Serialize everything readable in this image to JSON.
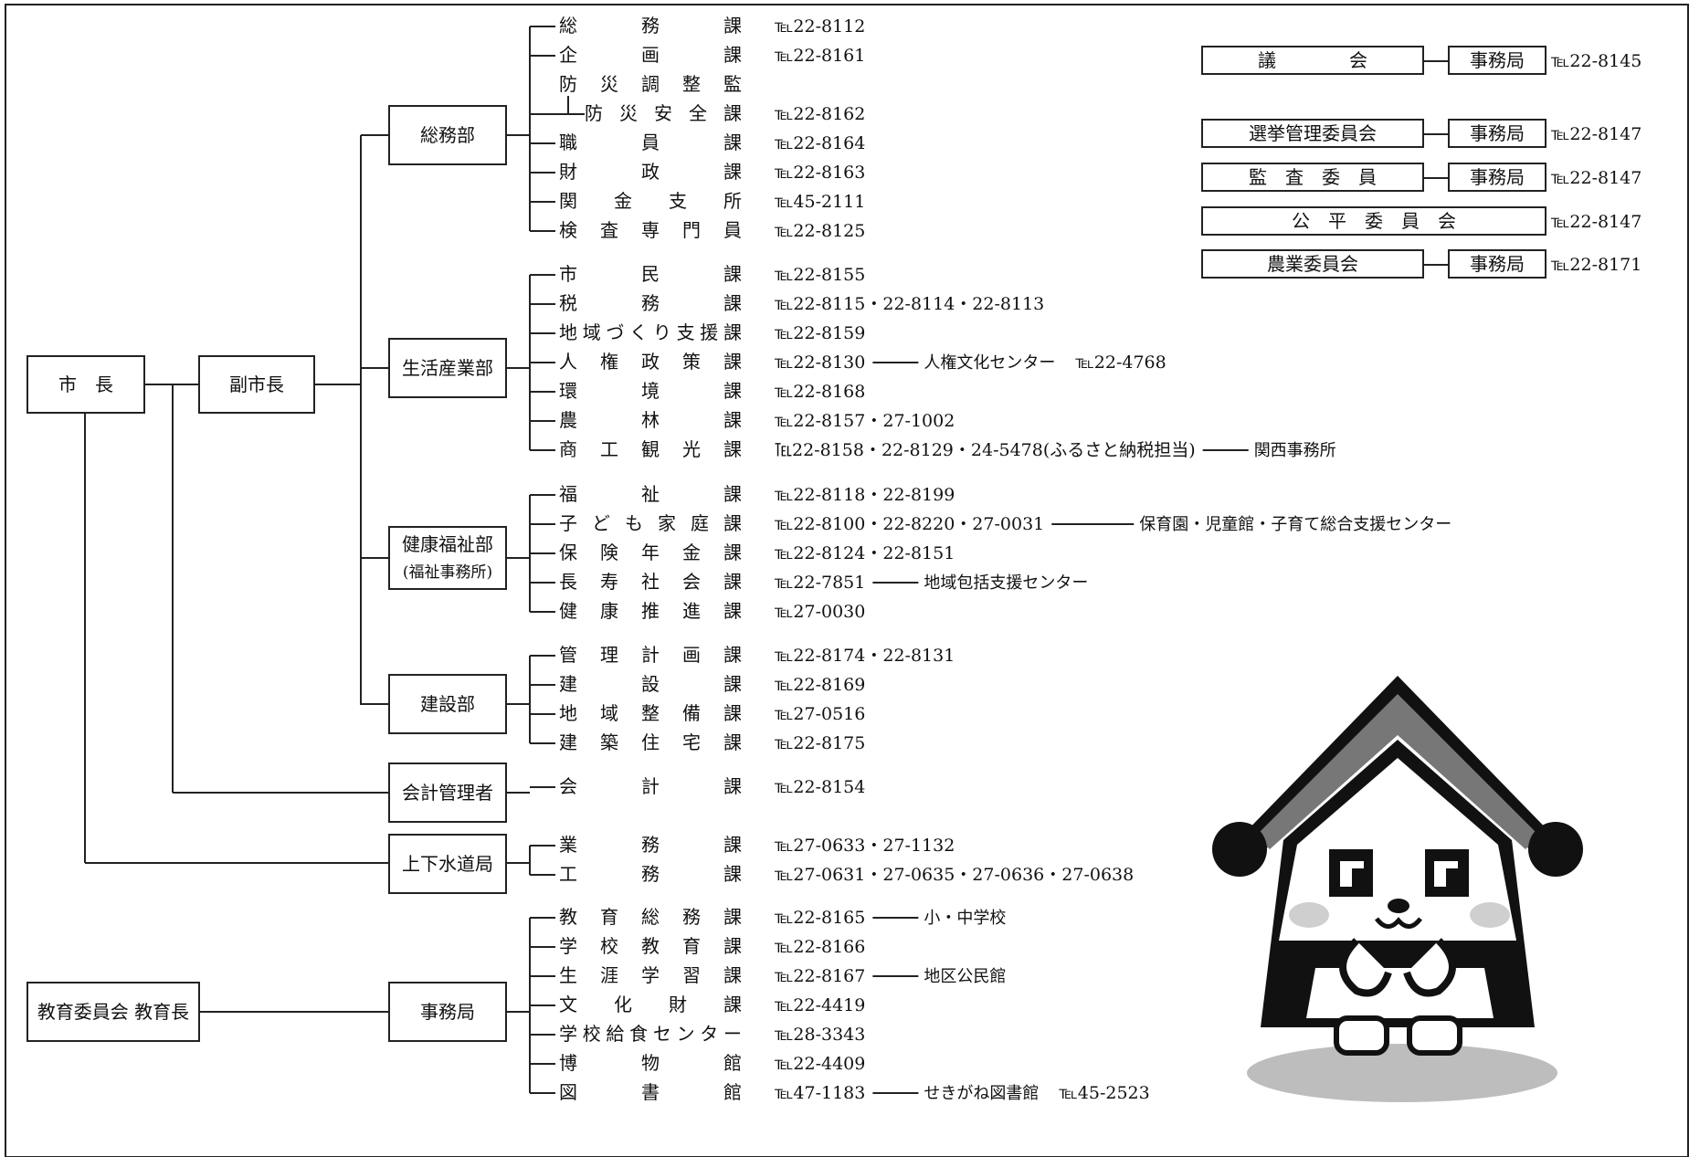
{
  "mayor": "市　長",
  "deputy_mayor": "副市長",
  "tel_prefix": "℡",
  "departments": [
    {
      "name": "総務部",
      "name2": "",
      "sections": [
        {
          "name": "総務課",
          "tel": "22-8112"
        },
        {
          "name": "企画課",
          "tel": "22-8161"
        },
        {
          "name": "防災調整監",
          "tel": ""
        },
        {
          "name": "防災安全課",
          "tel": "22-8162",
          "sub": true
        },
        {
          "name": "職員課",
          "tel": "22-8164"
        },
        {
          "name": "財政課",
          "tel": "22-8163"
        },
        {
          "name": "関金支所",
          "tel": "45-2111"
        },
        {
          "name": "検査専門員",
          "tel": "22-8125"
        }
      ]
    },
    {
      "name": "生活産業部",
      "name2": "",
      "sections": [
        {
          "name": "市民課",
          "tel": "22-8155"
        },
        {
          "name": "税務課",
          "tel": "22-8115・22-8114・22-8113"
        },
        {
          "name": "地域づくり支援課",
          "tel": "22-8159"
        },
        {
          "name": "人権政策課",
          "tel": "22-8130",
          "linked": "人権文化センター",
          "linked_tel": "22-4768"
        },
        {
          "name": "環境課",
          "tel": "22-8168"
        },
        {
          "name": "農林課",
          "tel": "22-8157・27-1002"
        },
        {
          "name": "商工観光課",
          "tel": "22-8158・22-8129・24-5478(ふるさと納税担当)",
          "linked": "関西事務所"
        }
      ]
    },
    {
      "name": "健康福祉部",
      "name2": "(福祉事務所)",
      "sections": [
        {
          "name": "福祉課",
          "tel": "22-8118・22-8199"
        },
        {
          "name": "子ども家庭課",
          "tel": "22-8100・22-8220・27-0031",
          "linked": "保育園・児童館・子育て総合支援センター"
        },
        {
          "name": "保険年金課",
          "tel": "22-8124・22-8151"
        },
        {
          "name": "長寿社会課",
          "tel": "22-7851",
          "linked": "地域包括支援センター"
        },
        {
          "name": "健康推進課",
          "tel": "27-0030"
        }
      ]
    },
    {
      "name": "建設部",
      "name2": "",
      "sections": [
        {
          "name": "管理計画課",
          "tel": "22-8174・22-8131"
        },
        {
          "name": "建設課",
          "tel": "22-8169"
        },
        {
          "name": "地域整備課",
          "tel": "27-0516"
        },
        {
          "name": "建築住宅課",
          "tel": "22-8175"
        }
      ]
    },
    {
      "name": "会計管理者",
      "name2": "",
      "sections": [
        {
          "name": "会計課",
          "tel": "22-8154"
        }
      ]
    },
    {
      "name": "上下水道局",
      "name2": "",
      "sections": [
        {
          "name": "業務課",
          "tel": "27-0633・27-1132"
        },
        {
          "name": "工務課",
          "tel": "27-0631・27-0635・27-0636・27-0638"
        }
      ]
    }
  ],
  "education": {
    "board": "教育委員会 教育長",
    "office": "事務局",
    "sections": [
      {
        "name": "教育総務課",
        "tel": "22-8165",
        "linked": "小・中学校"
      },
      {
        "name": "学校教育課",
        "tel": "22-8166"
      },
      {
        "name": "生涯学習課",
        "tel": "22-8167",
        "linked": "地区公民館"
      },
      {
        "name": "文化財課",
        "tel": "22-4419"
      },
      {
        "name": "学校給食センター",
        "tel": "28-3343"
      },
      {
        "name": "博物館",
        "tel": "22-4409"
      },
      {
        "name": "図書館",
        "tel": "47-1183",
        "linked": "せきがね図書館",
        "linked_tel": "45-2523"
      }
    ]
  },
  "committees": [
    {
      "name": "議　　　　会",
      "office": "事務局",
      "tel": "22-8145"
    },
    {
      "name": "選挙管理委員会",
      "office": "事務局",
      "tel": "22-8147"
    },
    {
      "name": "監　査　委　員",
      "office": "事務局",
      "tel": "22-8147"
    },
    {
      "name": "公　平　委　員　会",
      "office": "",
      "tel": "22-8147"
    },
    {
      "name": "農業委員会",
      "office": "事務局",
      "tel": "22-8171"
    }
  ],
  "mascot": "house-mascot"
}
